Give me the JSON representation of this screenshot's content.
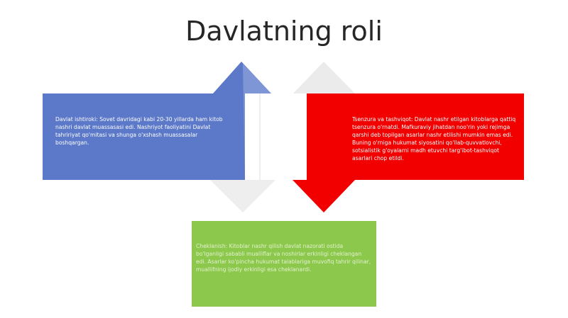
{
  "slide": {
    "title": "Davlatning roli",
    "colors": {
      "blue": "#5b78c9",
      "red": "#f20000",
      "green": "#8cc84b",
      "gray": "#e6e6e6",
      "title": "#262626"
    },
    "boxes": {
      "left": {
        "text": "Davlat ishtiroki: Sovet davridagi kabi 20-30 yillarda ham kitob nashri davlat muassasasi edi. Nashriyot faoliyatini Davlat tahririyat qo'mitasi va shunga o'xshash muassasalar boshqargan."
      },
      "right": {
        "text": "Tsenzura va tashviqot: Davlat nashr etilgan kitoblarga qattiq tsenzura o'rnatdi. Mafkuraviy jihatdan noo'rin yoki rejimga qarshi deb topilgan asarlar nashr etilishi mumkin emas edi. Buning o'rniga hukumat siyosatini qo'llab-quvvatlovchi, sotsialistik g'oyalarni madh etuvchi targ'ibot-tashviqot asarlari chop etildi."
      },
      "bottom": {
        "text": "Cheklanish: Kitoblar nashr qilish davlat nazorati ostida bo'lganligi sababli mualliflar va noshirlar erkinligi cheklangan edi. Asarlar ko'pincha hukumat talablariga muvofiq tahrir qilinar, muallifning ijodiy erkinligi esa cheklanardi."
      }
    }
  }
}
